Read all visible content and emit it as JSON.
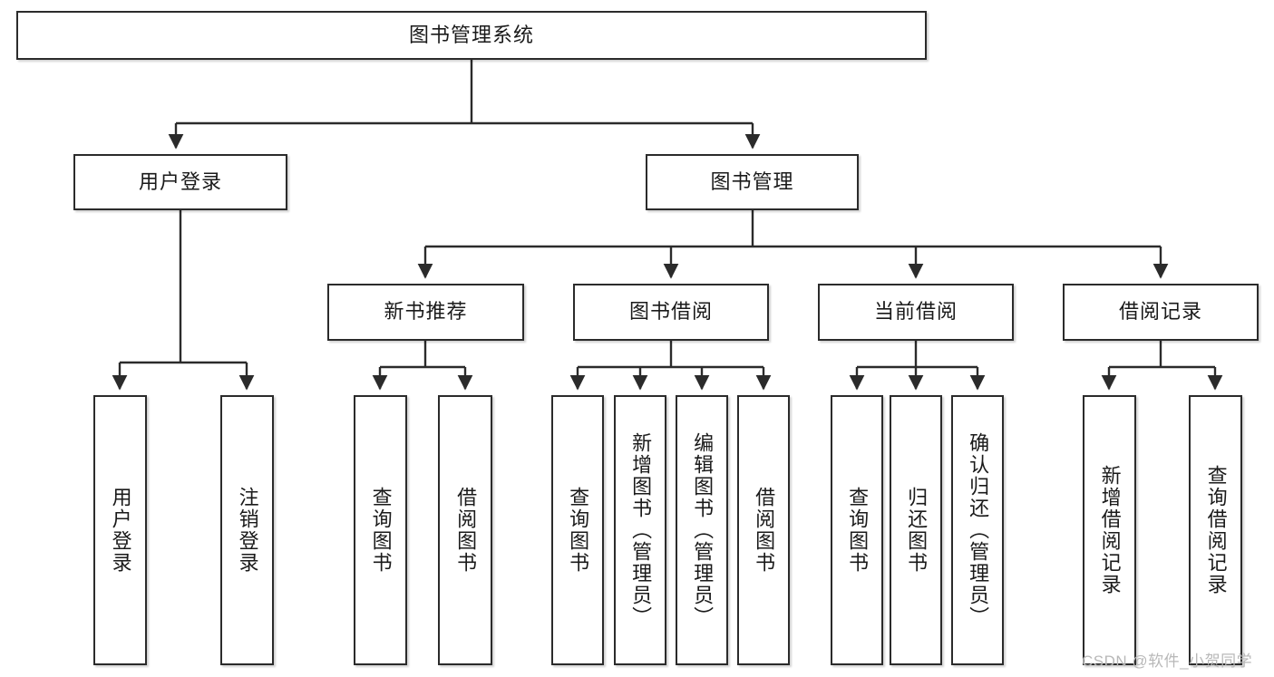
{
  "diagram": {
    "type": "tree-hierarchy",
    "title": "图书管理系统",
    "root": {
      "id": "root",
      "label": "图书管理系统"
    },
    "level2": [
      {
        "id": "user-login",
        "label": "用户登录"
      },
      {
        "id": "book-management",
        "label": "图书管理"
      }
    ],
    "level3": [
      {
        "id": "new-book-recommend",
        "label": "新书推荐",
        "parent": "book-management"
      },
      {
        "id": "book-borrow",
        "label": "图书借阅",
        "parent": "book-management"
      },
      {
        "id": "current-borrow",
        "label": "当前借阅",
        "parent": "book-management"
      },
      {
        "id": "borrow-record",
        "label": "借阅记录",
        "parent": "book-management"
      }
    ],
    "leaves": [
      {
        "id": "leaf-user-login",
        "label": "用户登录",
        "parent": "user-login"
      },
      {
        "id": "leaf-logout-login",
        "label": "注销登录",
        "parent": "user-login"
      },
      {
        "id": "leaf-query-book-1",
        "label": "查询图书",
        "parent": "new-book-recommend"
      },
      {
        "id": "leaf-borrow-book-1",
        "label": "借阅图书",
        "parent": "new-book-recommend"
      },
      {
        "id": "leaf-query-book-2",
        "label": "查询图书",
        "parent": "book-borrow"
      },
      {
        "id": "leaf-add-book",
        "label": "新增图书（管理员）",
        "parent": "book-borrow"
      },
      {
        "id": "leaf-edit-book",
        "label": "编辑图书（管理员）",
        "parent": "book-borrow"
      },
      {
        "id": "leaf-borrow-book-2",
        "label": "借阅图书",
        "parent": "book-borrow"
      },
      {
        "id": "leaf-query-book-3",
        "label": "查询图书",
        "parent": "current-borrow"
      },
      {
        "id": "leaf-return-book",
        "label": "归还图书",
        "parent": "current-borrow"
      },
      {
        "id": "leaf-confirm-return",
        "label": "确认归还（管理员）",
        "parent": "current-borrow"
      },
      {
        "id": "leaf-add-record",
        "label": "新增借阅记录",
        "parent": "borrow-record"
      },
      {
        "id": "leaf-query-record",
        "label": "查询借阅记录",
        "parent": "borrow-record"
      }
    ],
    "watermark": "CSDN @软件_小贺同学",
    "colors": {
      "stroke": "#2b2b2b",
      "fill": "#ffffff",
      "text": "#1a1a1a",
      "watermark": "#b8b8b8"
    }
  }
}
